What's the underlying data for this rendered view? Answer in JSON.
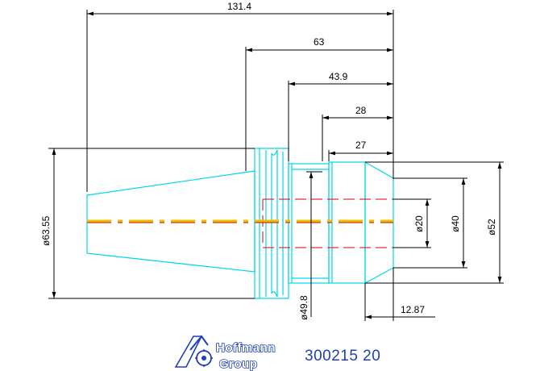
{
  "colors": {
    "outline": "#00d7e6",
    "centerline_red": "#e00000",
    "centerline_yellow": "#e8c000",
    "dimension": "#000000",
    "brand": "#1e3fb5"
  },
  "dimensions": {
    "overall_length": "131.4",
    "shank_to_end": "63",
    "collar_to_end": "43.9",
    "body_length": "28",
    "nose_length": "27",
    "flange_diameter": "ø63.55",
    "body_diameter": "ø49.8",
    "bore_diameter": "ø20",
    "neck_diameter": "ø40",
    "nose_diameter": "ø52",
    "chamfer_length": "12.87"
  },
  "brand": {
    "line1": "Hoffmann",
    "line2": "Group",
    "icon": "hoffmann-logo-icon"
  },
  "part_number": "300215 20"
}
